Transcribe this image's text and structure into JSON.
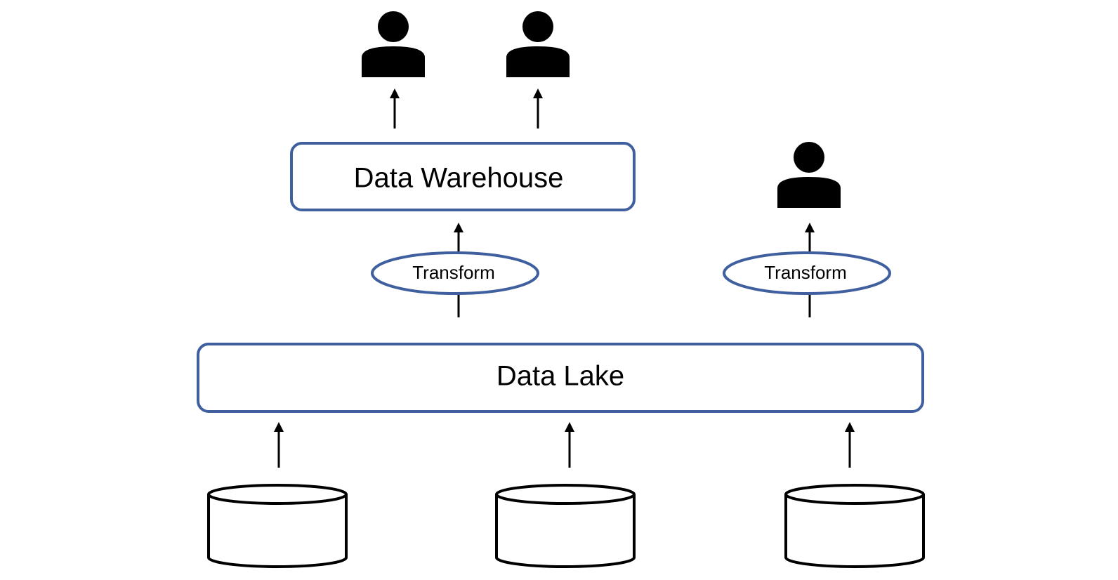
{
  "diagram": {
    "warehouse_label": "Data Warehouse",
    "lake_label": "Data Lake",
    "transform_left_label": "Transform",
    "transform_right_label": "Transform"
  },
  "colors": {
    "box_border": "#3f5f9f",
    "ink": "#000000",
    "background": "#ffffff"
  },
  "icons": [
    "user-icon",
    "user-icon",
    "user-icon",
    "database-icon",
    "database-icon",
    "database-icon"
  ]
}
